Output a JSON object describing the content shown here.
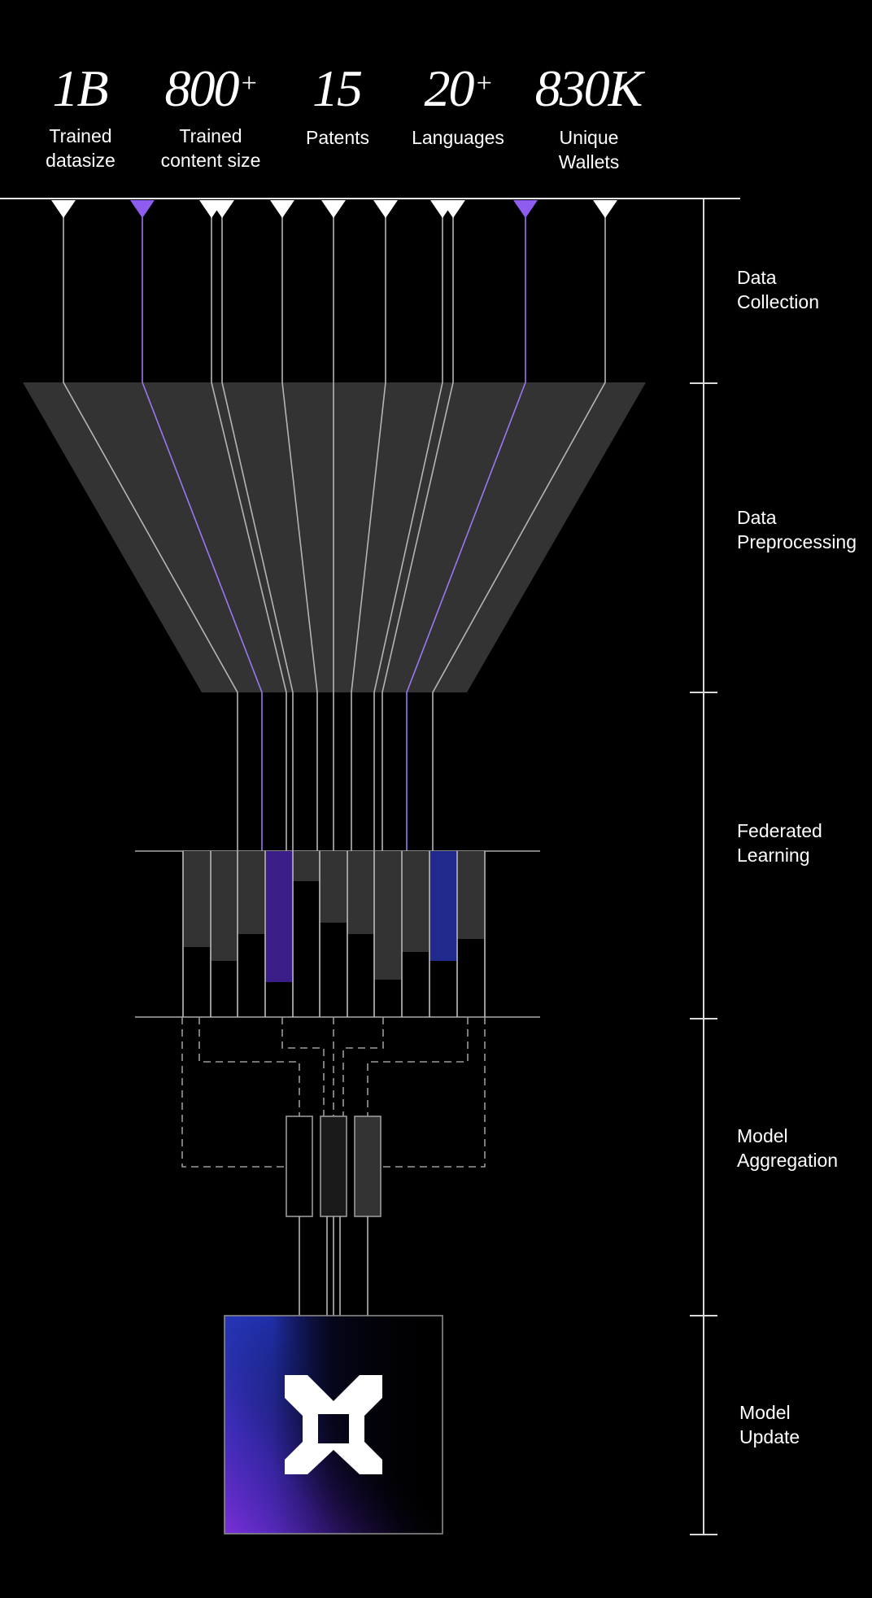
{
  "stats": [
    {
      "value": "1B",
      "sup": "",
      "label": "Trained\ndatasize"
    },
    {
      "value": "800",
      "sup": "+",
      "label": "Trained\ncontent size"
    },
    {
      "value": "15",
      "sup": "",
      "label": "Patents"
    },
    {
      "value": "20",
      "sup": "+",
      "label": "Languages"
    },
    {
      "value": "830K",
      "sup": "",
      "label": "Unique\nWallets"
    }
  ],
  "stages": [
    {
      "label": "Data\nCollection"
    },
    {
      "label": "Data\nPreprocessing"
    },
    {
      "label": "Federated\nLearning"
    },
    {
      "label": "Model\nAggregation"
    },
    {
      "label": "Model\nUpdate"
    }
  ],
  "colors": {
    "background": "#000000",
    "line": "#bdbdbd",
    "accent_purple": "#8f5cf0",
    "bar_purple": "#3a1d86",
    "bar_blue": "#1f2a8c",
    "funnel_fill": "#333333",
    "gradient_blue": "#2940d8",
    "gradient_violet": "#6a2fc8"
  },
  "logo": {
    "icon": "x-mark-logo"
  }
}
